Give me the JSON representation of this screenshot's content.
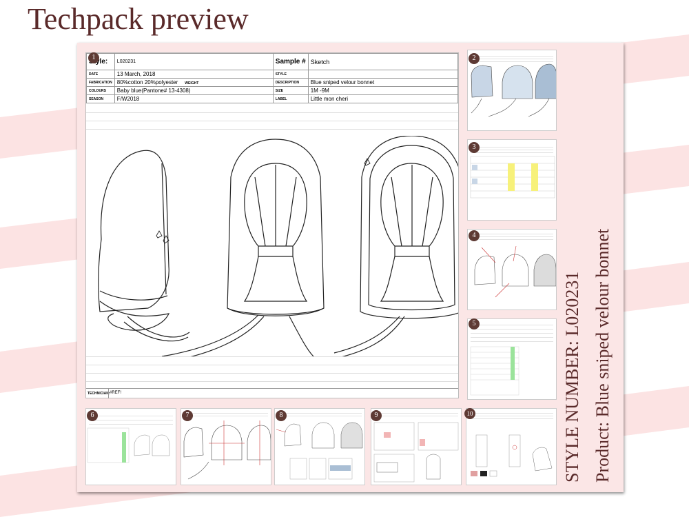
{
  "page": {
    "title": "Techpack preview",
    "side_line_1": "STYLE NUMBER: L020231",
    "side_line_2": "Product: Blue sniped velour bonnet"
  },
  "colors": {
    "title": "#5a2a2a",
    "board_bg": "#fbe6e6",
    "badge": "#5e3a34",
    "stripe": "#f9dada"
  },
  "sheet": {
    "style_label": "Style:",
    "style_value": "L020231",
    "sample_label": "Sample #",
    "sample_value": "Sketch",
    "date_label": "DATE",
    "date_value": "13 March, 2018",
    "style_label2": "STYLE",
    "fabrication_label": "FABRICATION",
    "fabrication_value": "80%cotton 20%polyester",
    "weight_label": "WEIGHT",
    "description_label": "DESCRIPTION",
    "description_value": "Blue sniped velour bonnet",
    "colours_label": "COLOURS",
    "colours_value": "Baby blue(Pantone# 13-4308)",
    "size_label": "SIZE",
    "size_value": "1M -9M",
    "season_label": "SEASON",
    "season_value": "F/W2018",
    "label_label": "LABEL",
    "label_value": "Little mon cheri",
    "technician_label": "TECHNICIAN:",
    "technician_value": "#REF!"
  },
  "badges": [
    "1",
    "2",
    "3",
    "4",
    "5",
    "6",
    "7",
    "8",
    "9",
    "10"
  ]
}
